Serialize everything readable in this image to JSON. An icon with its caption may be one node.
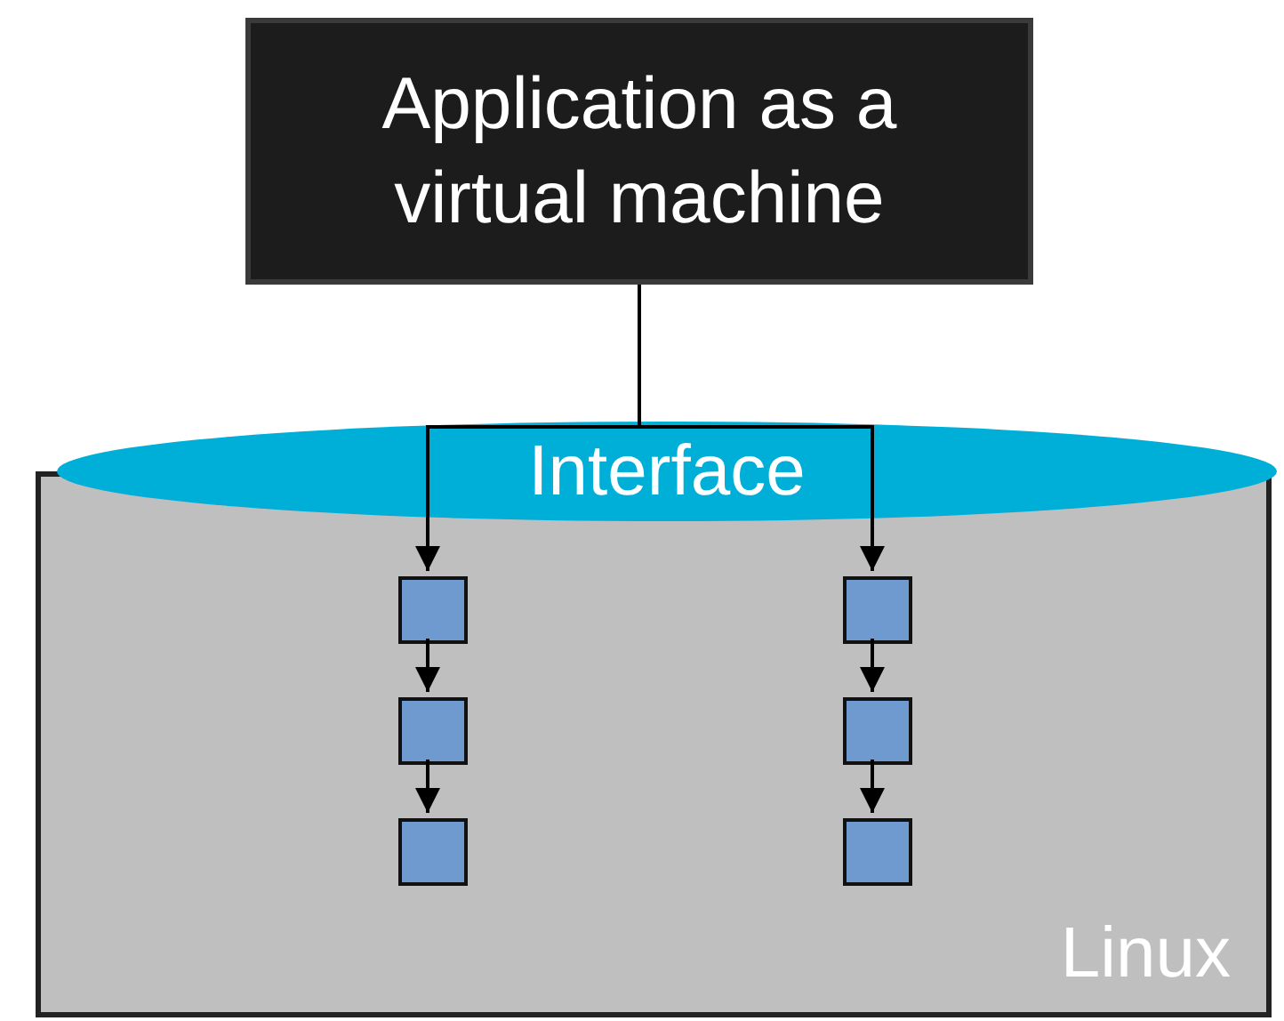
{
  "diagram": {
    "nodes": [
      {
        "text": [
          "Application as a virtual machine"
        ]
      },
      {
        "text": [
          "Linux"
        ]
      },
      {
        "text": [
          "Interface"
        ]
      },
      {
        "text": [],
        "shape": "box",
        "in": 1
      },
      {
        "text": [],
        "shape": "box",
        "in": 1
      },
      {
        "text": [],
        "shape": "box",
        "in": 1
      },
      {
        "text": [],
        "shape": "box",
        "in": 1
      },
      {
        "text": [],
        "shape": "box",
        "in": 1
      },
      {
        "text": [],
        "shape": "box",
        "in": 1
      }
    ],
    "edges": [
      {
        "from": 0,
        "to": 2,
        "arrow": "none"
      },
      {
        "from": 2,
        "to": 3,
        "arrow": "to"
      },
      {
        "from": 2,
        "to": 6,
        "arrow": "to"
      },
      {
        "from": 3,
        "to": 4,
        "arrow": "to"
      },
      {
        "from": 4,
        "to": 5,
        "arrow": "to"
      },
      {
        "from": 6,
        "to": 7,
        "arrow": "to"
      },
      {
        "from": 7,
        "to": 8,
        "arrow": "to"
      }
    ]
  }
}
